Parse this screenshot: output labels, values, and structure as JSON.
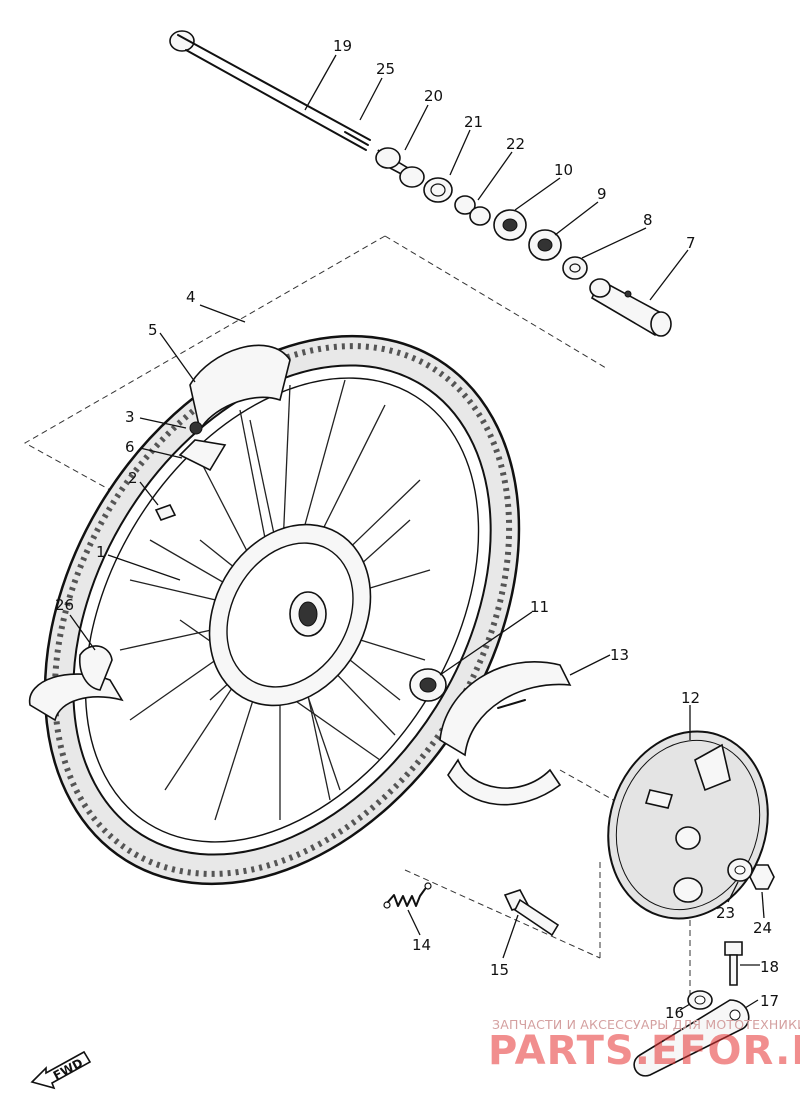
{
  "callouts": {
    "c1": "1",
    "c2": "2",
    "c3": "3",
    "c4": "4",
    "c5": "5",
    "c6": "6",
    "c7": "7",
    "c8": "8",
    "c9": "9",
    "c10": "10",
    "c11": "11",
    "c12": "12",
    "c13": "13",
    "c14": "14",
    "c15": "15",
    "c16": "16",
    "c17": "17",
    "c18": "18",
    "c19": "19",
    "c20": "20",
    "c21": "21",
    "c22": "22",
    "c23": "23",
    "c24": "24",
    "c25": "25",
    "c26": "26"
  },
  "direction_badge": "FWD",
  "watermark": {
    "caption": "ЗАПЧАСТИ И АКСЕССУАРЫ ДЛЯ МОТОТЕХНИКИ",
    "site": "PARTS.EFOR.RU"
  },
  "colors": {
    "ink": "#111111",
    "watermark_red": "#e63232"
  }
}
